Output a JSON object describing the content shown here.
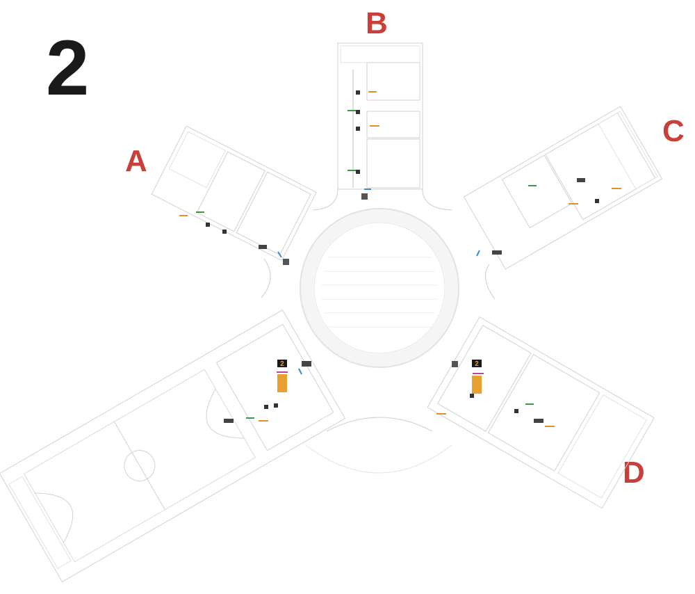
{
  "floor": {
    "number": "2"
  },
  "wings": [
    {
      "id": "a",
      "label": "A"
    },
    {
      "id": "b",
      "label": "B"
    },
    {
      "id": "c",
      "label": "C"
    },
    {
      "id": "d",
      "label": "D"
    }
  ],
  "stair_markers": [
    {
      "id": "left",
      "number": "2"
    },
    {
      "id": "right",
      "number": "2"
    }
  ],
  "colors": {
    "wing_label": "#c9403a",
    "floor_number": "#1a1a1a",
    "plan_line": "#c8c8c8",
    "marker_fill": "#e8a030",
    "label_orange": "#e0902a",
    "label_green": "#3a9a4a",
    "label_blue": "#3a8ad0",
    "label_magenta": "#c040b0"
  }
}
